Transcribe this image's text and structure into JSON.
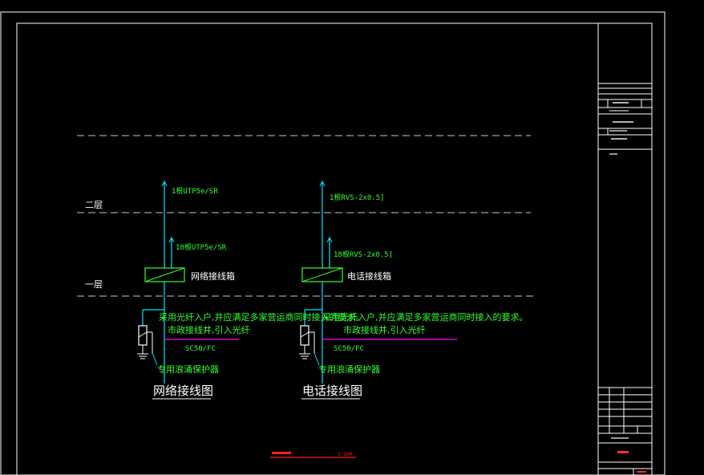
{
  "colors": {
    "background": "#000000",
    "frame": "#ffffff",
    "wire": "#00e5ff",
    "text_green": "#33ff33",
    "dash": "#c8c8c8",
    "magenta": "#ff00ff",
    "red": "#ff2020",
    "box": "#33ff33"
  },
  "floors": {
    "second": "二层",
    "first": "一层"
  },
  "network": {
    "upper_cable": "1根UTP5e/SR",
    "lower_cable": "18根UTP5e/SR",
    "box_label": "网络接线箱",
    "note": "采用光纤入户,并应满足多家营运商同时接入的要求。",
    "fiber_label": "市政接线井,引入光纤",
    "conduit": "SC50/FC",
    "protector": "专用浪涌保护器",
    "title": "网络接线图"
  },
  "phone": {
    "upper_cable": "1根RVS-2x0.5]",
    "lower_cable": "18根RVS-2x0.5]",
    "box_label": "电话接线箱",
    "note": "采用光纤入户,并应满足多家营运商同时接入的要求。",
    "fiber_label": "市政接线井,引入光纤",
    "conduit": "SC50/FC",
    "protector": "专用浪涌保护器",
    "title": "电话接线图"
  },
  "footer": {
    "scale": "1:100"
  }
}
